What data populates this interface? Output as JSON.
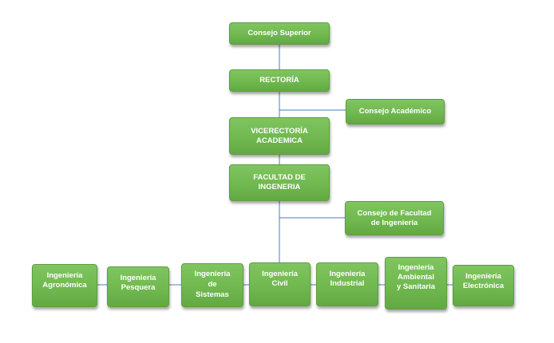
{
  "org_chart": {
    "consejo_superior": "Consejo Superior",
    "rectoria": "RECTORÍA",
    "consejo_academico": "Consejo Académico",
    "vicerrectoria": "VICERECTORÍA\nACADEMICA",
    "facultad": "FACULTAD DE\nINGENERIA",
    "consejo_facultad": "Consejo de Facultad\nde Ingeniería",
    "programs": [
      "Ingeniería\nAgronómica",
      "Ingeniería\nPesquera",
      "Ingeniería\nde\nSistemas",
      "Ingeniería\nCivil",
      "Ingeniería\nIndustrial",
      "Ingeniería\nAmbiental\ny Sanitaria",
      "Ingeniería\nElectrónica"
    ]
  },
  "colors": {
    "box_fill": "#70b84f",
    "box_border": "#5d9e3f",
    "box_text": "#ffffff",
    "connector": "#4a7ebb"
  }
}
